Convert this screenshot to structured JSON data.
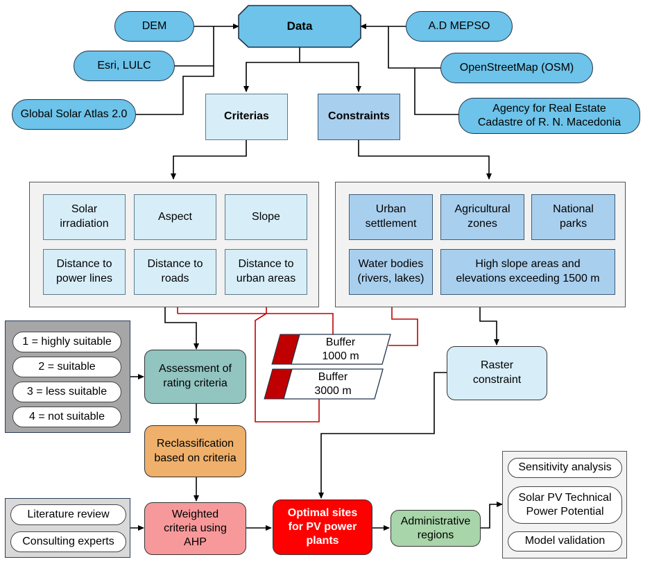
{
  "data_node": "Data",
  "sources": {
    "dem": "DEM",
    "esri": "Esri, LULC",
    "gsa": "Global Solar Atlas 2.0",
    "mepso": "A.D MEPSO",
    "osm": "OpenStreetMap (OSM)",
    "agency_line1": "Agency for Real Estate",
    "agency_line2": "Cadastre of R. N. Macedonia"
  },
  "criterias": "Criterias",
  "constraints": "Constraints",
  "criteria_items": {
    "solar_1": "Solar",
    "solar_2": "irradiation",
    "aspect": "Aspect",
    "slope": "Slope",
    "dpl_1": "Distance to",
    "dpl_2": "power lines",
    "dr_1": "Distance to",
    "dr_2": "roads",
    "dua_1": "Distance to",
    "dua_2": "urban areas"
  },
  "constraint_items": {
    "urban_1": "Urban",
    "urban_2": "settlement",
    "agri_1": "Agricultural",
    "agri_2": "zones",
    "np_1": "National",
    "np_2": "parks",
    "water_1": "Water bodies",
    "water_2": "(rivers, lakes)",
    "hs_1": "High slope areas and",
    "hs_2": "elevations exceeding 1500 m"
  },
  "ratings": [
    "1 = highly suitable",
    "2 = suitable",
    "3 = less suitable",
    "4 = not suitable"
  ],
  "assessment_1": "Assessment of",
  "assessment_2": "rating criteria",
  "buffer1_1": "Buffer",
  "buffer1_2": "1000 m",
  "buffer2_1": "Buffer",
  "buffer2_2": "3000 m",
  "raster_1": "Raster",
  "raster_2": "constraint",
  "reclass_1": "Reclassification",
  "reclass_2": "based on criteria",
  "weighted_1": "Weighted",
  "weighted_2": "criteria using",
  "weighted_3": "AHP",
  "optimal_1": "Optimal sites",
  "optimal_2": "for PV power",
  "optimal_3": "plants",
  "admin_1": "Administrative",
  "admin_2": "regions",
  "literature": "Literature review",
  "experts": "Consulting experts",
  "outputs": {
    "sens": "Sensitivity analysis",
    "solar_1": "Solar PV Technical",
    "solar_2": "Power Potential",
    "model": "Model validation"
  }
}
